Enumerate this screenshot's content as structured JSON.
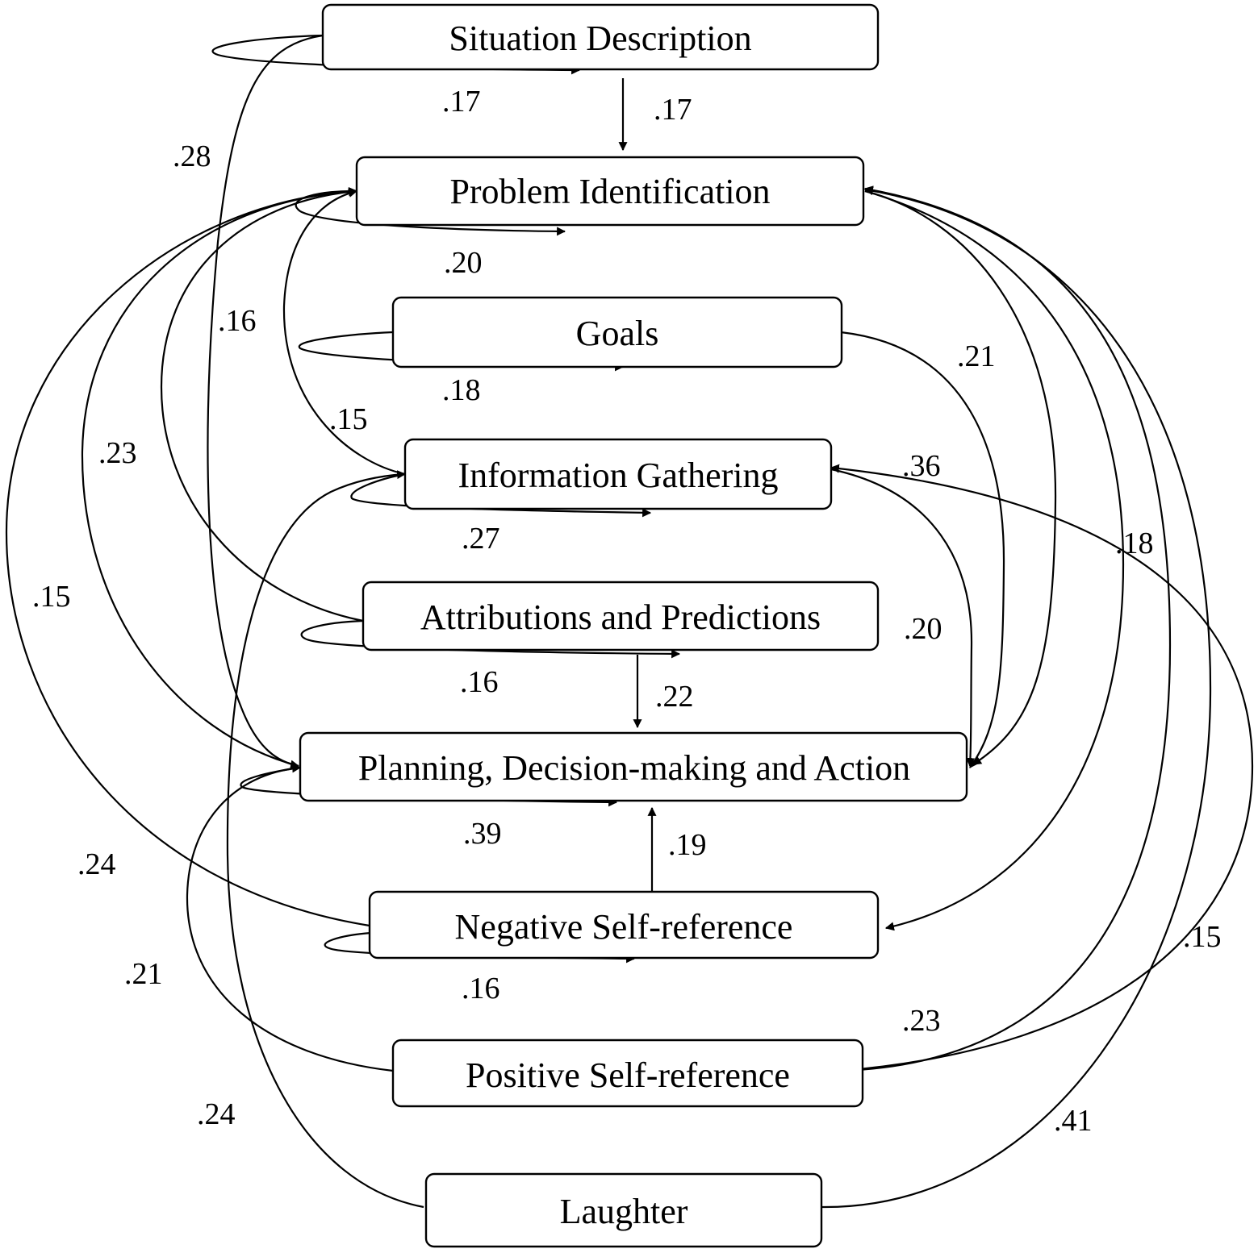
{
  "nodes": {
    "situation": "Situation Description",
    "problem": "Problem Identification",
    "goals": "Goals",
    "information": "Information Gathering",
    "attributions": "Attributions and Predictions",
    "planning": "Planning, Decision-making and Action",
    "negative": "Negative Self-reference",
    "positive": "Positive Self-reference",
    "laughter": "Laughter"
  },
  "edges": [
    {
      "from": "Situation Description",
      "to": "Situation Description",
      "label": ".17"
    },
    {
      "from": "Situation Description",
      "to": "Problem Identification",
      "label": ".17"
    },
    {
      "from": "Situation Description",
      "to": "Planning, Decision-making and Action",
      "label": ".28"
    },
    {
      "from": "Problem Identification",
      "to": "Problem Identification",
      "label": ".20"
    },
    {
      "from": "Goals",
      "to": "Goals",
      "label": ".18"
    },
    {
      "from": "Goals",
      "to": "Planning, Decision-making and Action",
      "label": ".21"
    },
    {
      "from": "Information Gathering",
      "to": "Problem Identification",
      "label": ".15"
    },
    {
      "from": "Information Gathering",
      "to": "Information Gathering",
      "label": ".27"
    },
    {
      "from": "Information Gathering",
      "to": "Planning, Decision-making and Action",
      "label": ".20"
    },
    {
      "from": "Attributions and Predictions",
      "to": "Problem Identification",
      "label": ".16"
    },
    {
      "from": "Attributions and Predictions",
      "to": "Attributions and Predictions",
      "label": ".16"
    },
    {
      "from": "Attributions and Predictions",
      "to": "Planning, Decision-making and Action",
      "label": ".22"
    },
    {
      "from": "Planning, Decision-making and Action",
      "to": "Problem Identification",
      "label": ".23"
    },
    {
      "from": "Planning, Decision-making and Action",
      "to": "Planning, Decision-making and Action",
      "label": ".39"
    },
    {
      "from": "Negative Self-reference",
      "to": "Problem Identification",
      "label": ".15"
    },
    {
      "from": "Negative Self-reference",
      "to": "Negative Self-reference",
      "label": ".16"
    },
    {
      "from": "Negative Self-reference",
      "to": "Planning, Decision-making and Action",
      "label": ".19"
    },
    {
      "from": "Problem Identification",
      "to": "Negative Self-reference",
      "label": ".18"
    },
    {
      "from": "Positive Self-reference",
      "to": "Planning, Decision-making and Action",
      "label": ".21"
    },
    {
      "from": "Positive Self-reference",
      "to": "Information Gathering",
      "label": ".15"
    },
    {
      "from": "Positive Self-reference",
      "to": "Problem Identification",
      "label": ".23"
    },
    {
      "from": "Laughter",
      "to": "Information Gathering",
      "label": ".24"
    },
    {
      "from": "Laughter",
      "to": "Problem Identification",
      "label": ".41"
    }
  ],
  "labels": {
    "sd_self": ".17",
    "sd_pi": ".17",
    "sd_pda": ".28",
    "pi_self": ".20",
    "attr_pi": ".16",
    "goals_self": ".18",
    "goals_pda": ".21",
    "ig_pi": ".15",
    "pda_pi": ".23",
    "ig_self": ".27",
    "pos_ig_a": ".36",
    "pi_neg": ".18",
    "neg_pi": ".15",
    "ig_pda": ".20",
    "attr_self": ".16",
    "attr_pda": ".22",
    "pda_self": ".39",
    "neg_pda": ".19",
    "lau_ig": ".24",
    "pos_pda": ".21",
    "neg_self": ".16",
    "pos_ig_b": ".15",
    "pos_pi": ".23",
    "lau_ig_b": ".24",
    "lau_pi": ".41"
  }
}
